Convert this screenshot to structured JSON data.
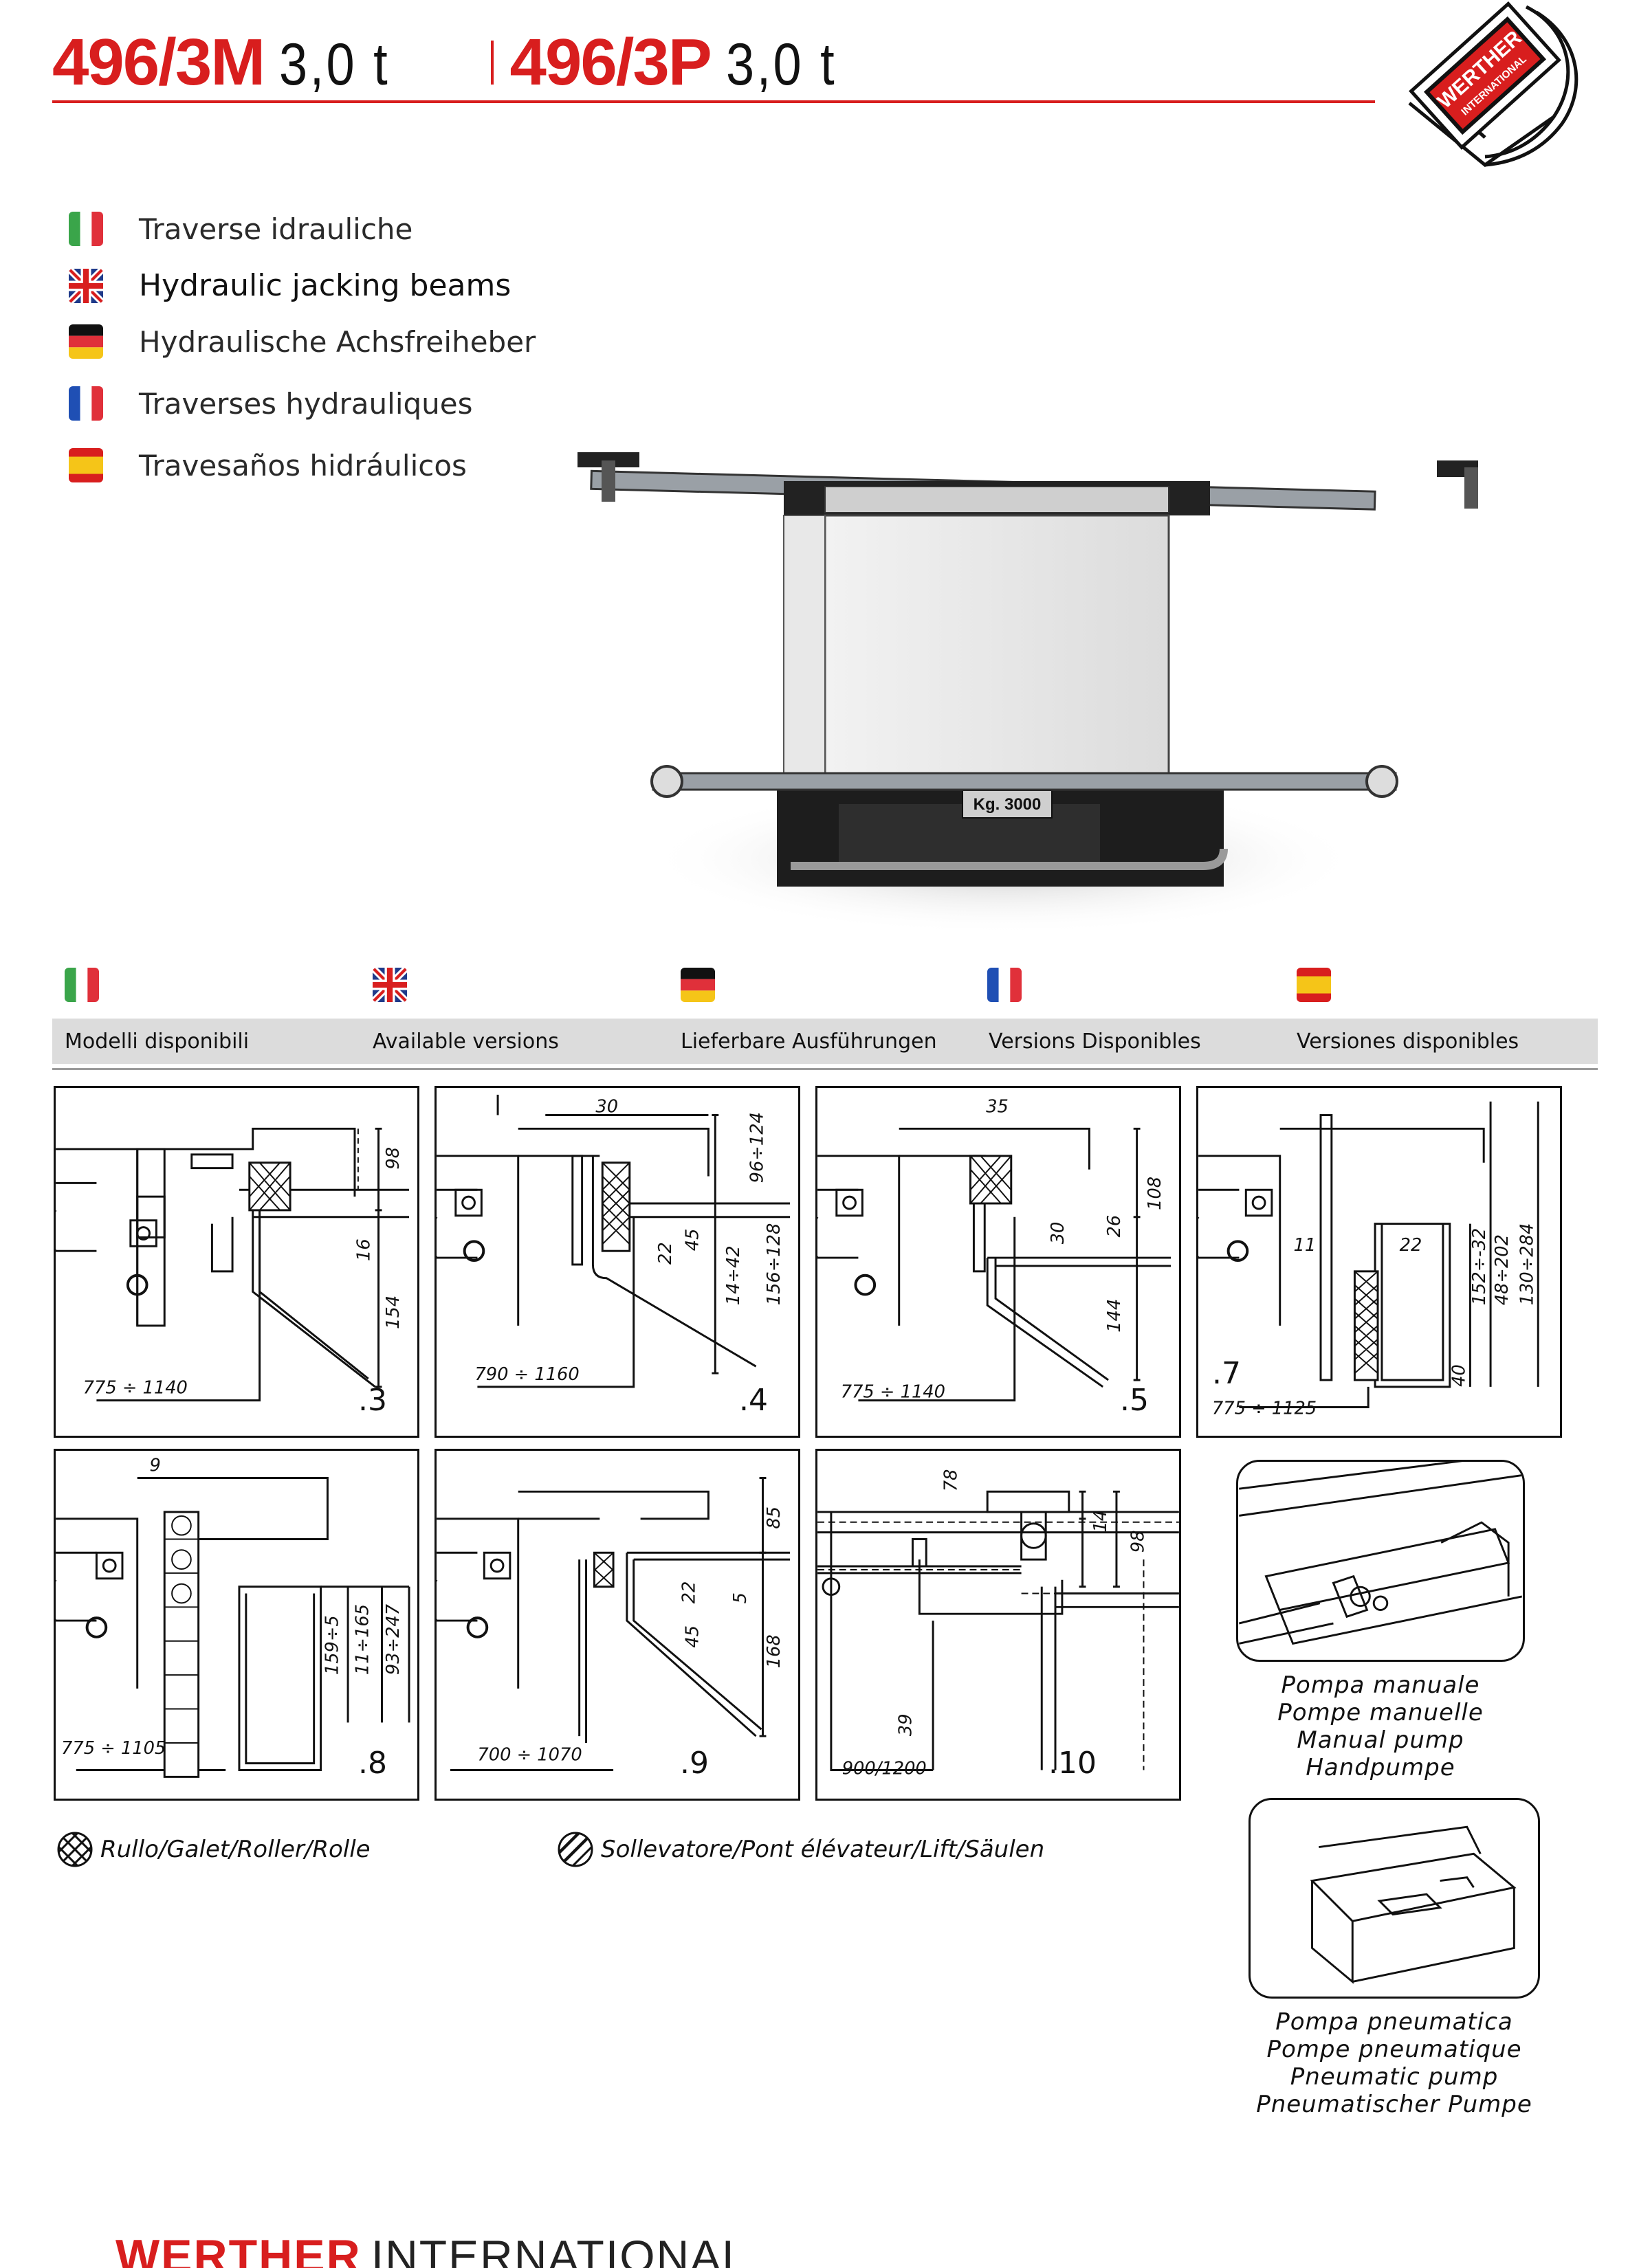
{
  "header": {
    "model_a": "496/3M",
    "capacity_a": "3,0  t",
    "model_b": "496/3P",
    "capacity_b": "3,0  t",
    "brand_logo_text": [
      "WERTHER",
      "INTERNATIONAL"
    ]
  },
  "languages": [
    {
      "flag": "it-flag-icon",
      "label": "Traverse idrauliche"
    },
    {
      "flag": "uk-flag-icon",
      "label": "Hydraulic jacking beams"
    },
    {
      "flag": "de-flag-icon",
      "label": "Hydraulische Achsfreiheber"
    },
    {
      "flag": "fr-flag-icon",
      "label": "Traverses hydrauliques"
    },
    {
      "flag": "es-flag-icon",
      "label": "Travesaños hidráulicos"
    }
  ],
  "product_photo": {
    "plate_label": "Kg. 3000"
  },
  "versions_bar": {
    "it": "Modelli disponibili",
    "en": "Available versions",
    "de": "Lieferbare Ausführungen",
    "fr": "Versions Disponibles",
    "es": "Versiones disponibles"
  },
  "diagrams": [
    {
      "id": ".3",
      "dims": [
        "98",
        "16",
        "154",
        "775  ÷  1140"
      ]
    },
    {
      "id": ".4",
      "dims": [
        "30",
        "96÷124",
        "45",
        "22",
        "14÷42",
        "156÷128",
        "790  ÷  1160"
      ]
    },
    {
      "id": ".5",
      "dims": [
        "35",
        "108",
        "30",
        "26",
        "144",
        "775  ÷  1140"
      ]
    },
    {
      "id": ".7",
      "dims": [
        "11",
        "22",
        "152÷-32",
        "48÷202",
        "130÷284",
        "40",
        "775  ÷  1125"
      ]
    },
    {
      "id": ".8",
      "dims": [
        "9",
        "159÷5",
        "11÷165",
        "93÷247",
        "775  ÷  1105"
      ]
    },
    {
      "id": ".9",
      "dims": [
        "85",
        "22",
        "45",
        "5",
        "168",
        "700  ÷  1070"
      ]
    },
    {
      "id": ".10",
      "dims": [
        "78",
        "14",
        "98",
        "39",
        "900/1200"
      ]
    }
  ],
  "pumps": {
    "manual": [
      "Pompa  manuale",
      "Pompe  manuelle",
      "Manual  pump",
      "Handpumpe"
    ],
    "pneumatic": [
      "Pompa  pneumatica",
      "Pompe  pneumatique",
      "Pneumatic  pump",
      "Pneumatischer  Pumpe"
    ]
  },
  "legend": {
    "roller": "Rullo/Galet/Roller/Rolle",
    "lift": "Sollevatore/Pont  élévateur/Lift/Säulen"
  },
  "footer": {
    "brand": "WERTHER",
    "suffix": "INTERNATIONAL"
  },
  "colors": {
    "accent": "#d81e1e",
    "bar_gray": "#dcdcdc"
  }
}
